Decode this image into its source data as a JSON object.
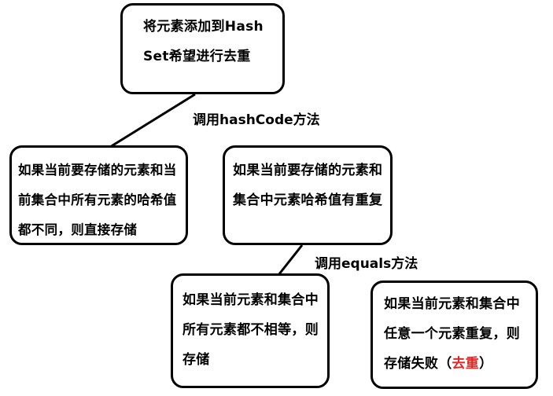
{
  "diagram": {
    "root": {
      "text": "将元素添加到HashSet希望进行去重"
    },
    "edge_hashcode": {
      "label": "调用hashCode方法"
    },
    "left_branch": {
      "text": "如果当前要存储的元素和当前集合中所有元素的哈希值都不同，则直接存储"
    },
    "mid_branch": {
      "text": "如果当前要存储的元素和集合中元素哈希值有重复"
    },
    "edge_equals": {
      "label": "调用equals方法"
    },
    "bottom_left": {
      "text": "如果当前元素和集合中所有元素都不相等，则存储"
    },
    "bottom_right": {
      "text_before": "如果当前元素和集合中任意一个元素重复，则存储失败（",
      "highlight": "去重",
      "text_after": "）",
      "highlight_color": "#e32626"
    }
  }
}
